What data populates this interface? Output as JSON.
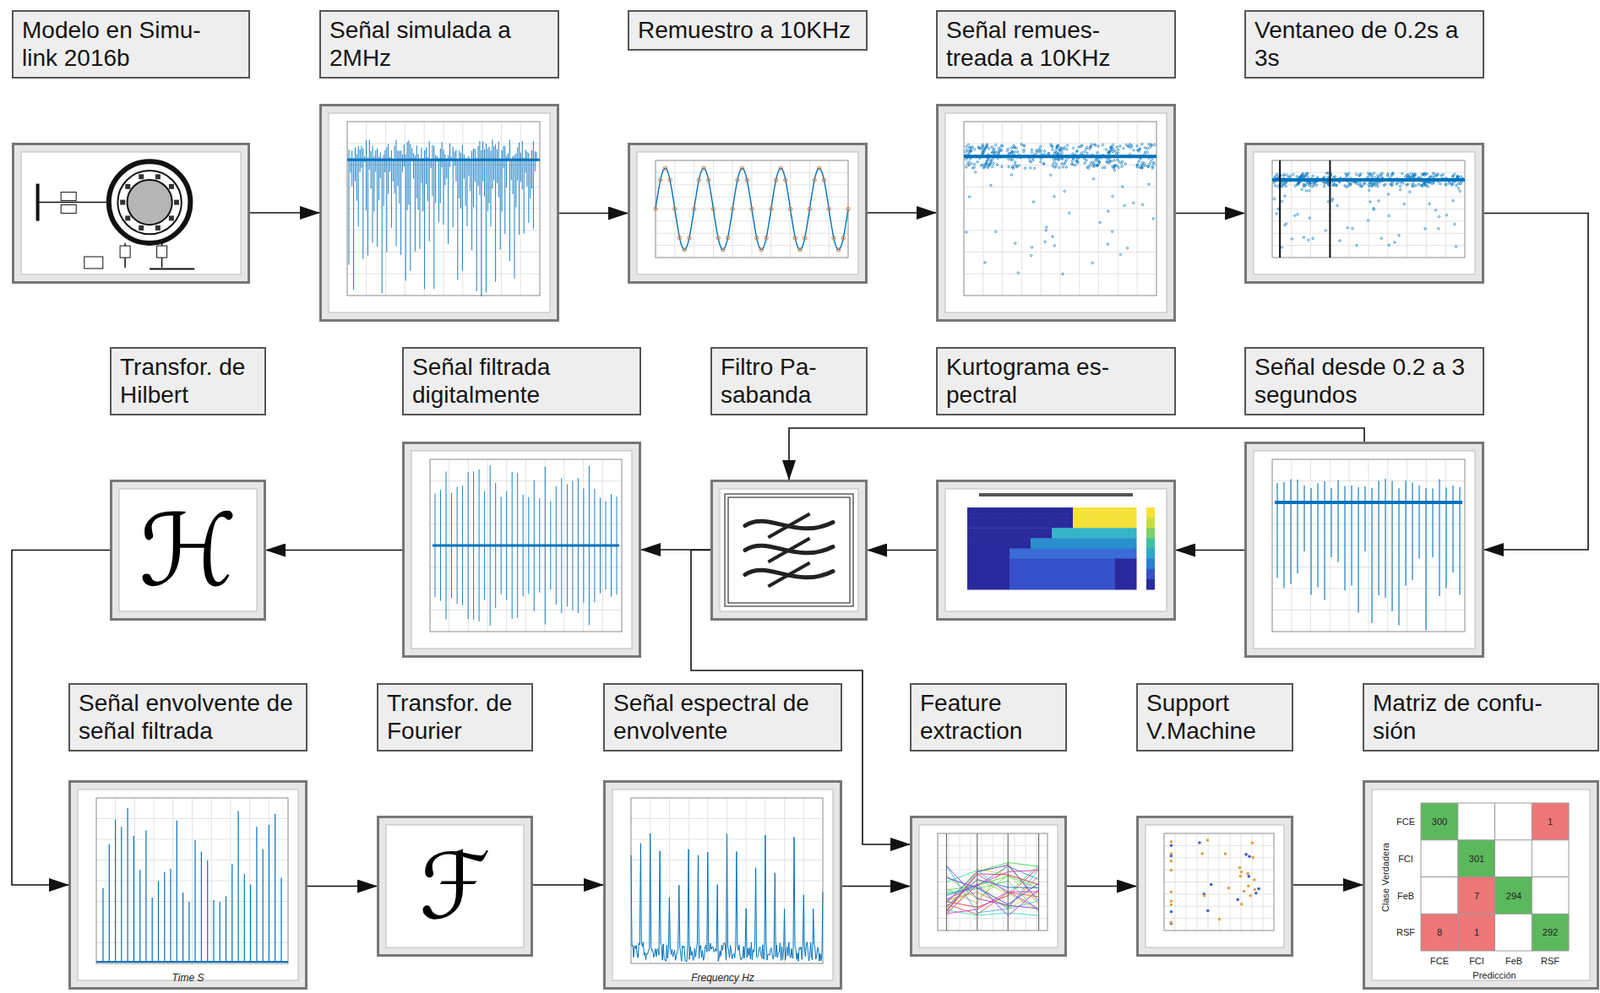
{
  "diagram": {
    "nodes": [
      {
        "text": [
          "Modelo en Simu- link 2016b"
        ]
      },
      {
        "text": [
          "Señal simulada a 2MHz"
        ]
      },
      {
        "text": [
          "Remuestro a 10KHz"
        ]
      },
      {
        "text": [
          "Señal remues- treada a 10KHz"
        ]
      },
      {
        "text": [
          "Ventaneo de 0.2s a 3s"
        ]
      },
      {
        "text": [
          "Señal desde 0.2 a 3 segundos"
        ]
      },
      {
        "text": [
          "Kurtograma es- pectral"
        ]
      },
      {
        "text": [
          "Filtro Pa- sabanda"
        ]
      },
      {
        "text": [
          "Señal filtrada digitalmente"
        ]
      },
      {
        "text": [
          "Transfor. de Hilbert"
        ]
      },
      {
        "text": [
          "Señal envolvente de señal filtrada"
        ]
      },
      {
        "text": [
          "Transfor. de Fourier"
        ]
      },
      {
        "text": [
          "Señal espectral de envolvente"
        ]
      },
      {
        "text": [
          "Feature extraction"
        ]
      },
      {
        "text": [
          "Support V.Machine"
        ]
      },
      {
        "text": [
          "Matriz de confu- sión"
        ]
      }
    ],
    "edges": [
      {
        "from": 0,
        "to": 1,
        "arrow": "to"
      },
      {
        "from": 1,
        "to": 2,
        "arrow": "to"
      },
      {
        "from": 2,
        "to": 3,
        "arrow": "to"
      },
      {
        "from": 3,
        "to": 4,
        "arrow": "to"
      },
      {
        "from": 4,
        "to": 5,
        "arrow": "to"
      },
      {
        "from": 5,
        "to": 6,
        "arrow": "to"
      },
      {
        "from": 6,
        "to": 7,
        "arrow": "to"
      },
      {
        "from": 5,
        "to": 7,
        "arrow": "to"
      },
      {
        "from": 7,
        "to": 8,
        "arrow": "to"
      },
      {
        "from": 8,
        "to": 9,
        "arrow": "to"
      },
      {
        "from": 9,
        "to": 10,
        "arrow": "to"
      },
      {
        "from": 7,
        "to": 13,
        "arrow": "to"
      },
      {
        "from": 10,
        "to": 11,
        "arrow": "to"
      },
      {
        "from": 11,
        "to": 12,
        "arrow": "to"
      },
      {
        "from": 12,
        "to": 13,
        "arrow": "to"
      },
      {
        "from": 13,
        "to": 14,
        "arrow": "to"
      },
      {
        "from": 14,
        "to": 15,
        "arrow": "to"
      }
    ],
    "labels": [
      "ℋ",
      "ℱ",
      "Time S",
      "Frequency Hz",
      "FCE",
      "FCI",
      "FeB",
      "RSF",
      "300",
      "1",
      "301",
      "7",
      "294",
      "8",
      "1",
      "292",
      "FCE",
      "FCI",
      "FeB",
      "RSF",
      "Clase Verdadera",
      "Predicción"
    ]
  }
}
